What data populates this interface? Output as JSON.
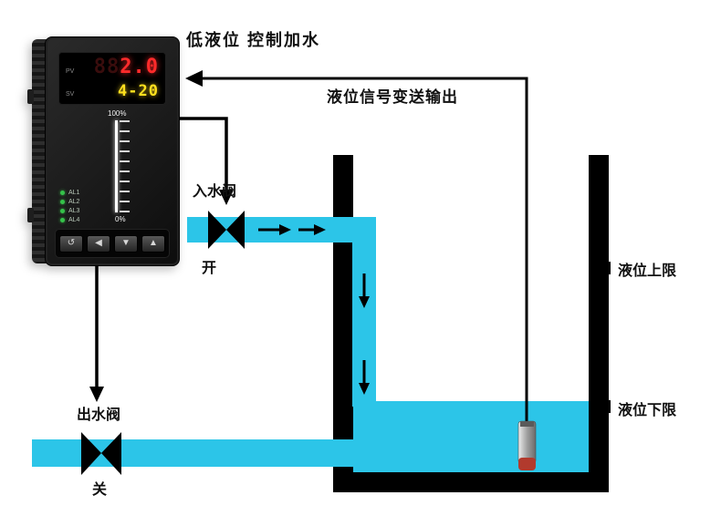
{
  "labels": {
    "title": "低液位 控制加水",
    "signal_output": "液位信号变送输出",
    "inlet_valve": "入水阀",
    "inlet_state": "开",
    "outlet_valve": "出水阀",
    "outlet_state": "关",
    "upper_limit": "液位上限",
    "lower_limit": "液位下限"
  },
  "controller": {
    "pv_label": "PV",
    "pv_ghost": "88",
    "pv_value": "2.0",
    "sv_label": "SV",
    "sv_value": "4-20",
    "scale_max": "100%",
    "scale_min": "0%",
    "alarms": [
      "AL1",
      "AL2",
      "AL3",
      "AL4"
    ],
    "buttons": [
      "↺",
      "◀",
      "▼",
      "▲"
    ]
  },
  "colors": {
    "water": "#2cc5e8",
    "structure": "#000000"
  }
}
